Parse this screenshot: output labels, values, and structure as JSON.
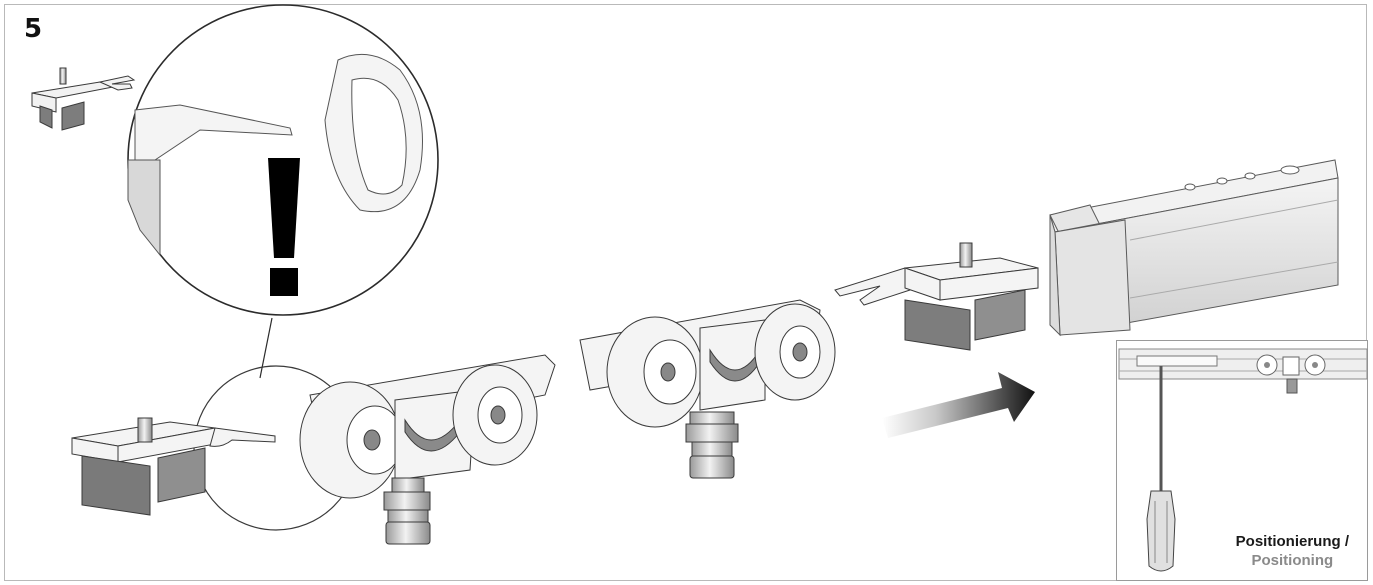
{
  "step": {
    "number": "5"
  },
  "inset": {
    "caption_de": "Positionierung /",
    "caption_en": "Positioning"
  },
  "colors": {
    "metal_light": "#f2f2f2",
    "metal_dark": "#8f8f8f",
    "outline": "#3a3a3a",
    "arrow": "#111111"
  },
  "icons": {
    "warning": "exclamation-mark-icon",
    "direction": "arrow-right-icon"
  }
}
